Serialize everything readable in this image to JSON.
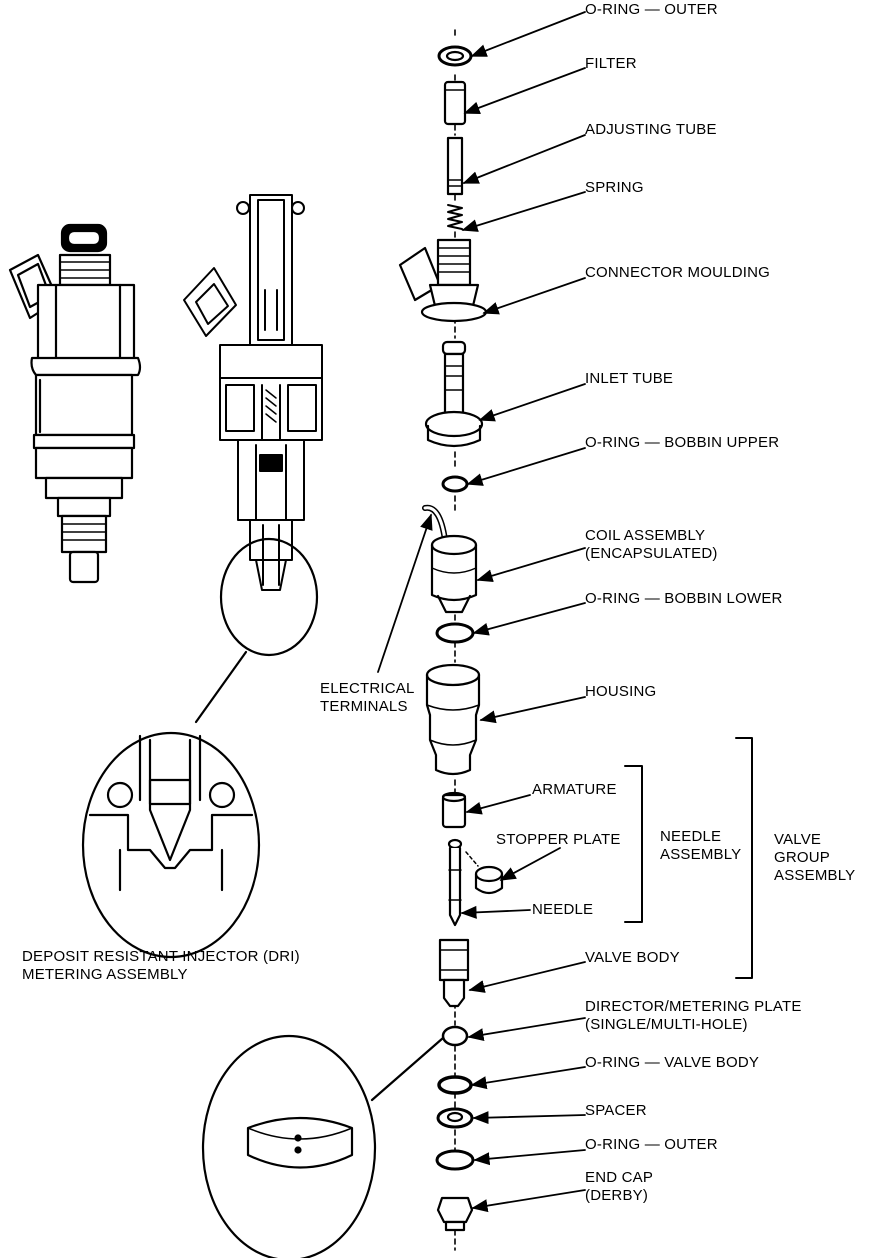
{
  "labels": {
    "o_ring_outer_top": "O-RING — OUTER",
    "filter": "FILTER",
    "adjusting_tube": "ADJUSTING TUBE",
    "spring": "SPRING",
    "connector_moulding": "CONNECTOR MOULDING",
    "inlet_tube": "INLET TUBE",
    "o_ring_bobbin_upper": "O-RING — BOBBIN UPPER",
    "coil_assembly": [
      "COIL ASSEMBLY",
      "(ENCAPSULATED)"
    ],
    "o_ring_bobbin_lower": "O-RING — BOBBIN LOWER",
    "electrical_terminals": [
      "ELECTRICAL",
      "TERMINALS"
    ],
    "housing": "HOUSING",
    "armature": "ARMATURE",
    "stopper_plate": "STOPPER PLATE",
    "needle_assembly": [
      "NEEDLE",
      "ASSEMBLY"
    ],
    "valve_group_assembly": [
      "VALVE",
      "GROUP",
      "ASSEMBLY"
    ],
    "needle": "NEEDLE",
    "valve_body": "VALVE BODY",
    "director_metering_plate": [
      "DIRECTOR/METERING PLATE",
      "(SINGLE/MULTI-HOLE)"
    ],
    "o_ring_valve_body": "O-RING — VALVE BODY",
    "spacer": "SPACER",
    "o_ring_outer_bottom": "O-RING — OUTER",
    "end_cap": [
      "END CAP",
      "(DERBY)"
    ],
    "dri_caption": [
      "DEPOSIT RESISTANT INJECTOR (DRI)",
      "METERING ASSEMBLY"
    ]
  },
  "colors": {
    "line": "#000000",
    "background": "#ffffff"
  }
}
